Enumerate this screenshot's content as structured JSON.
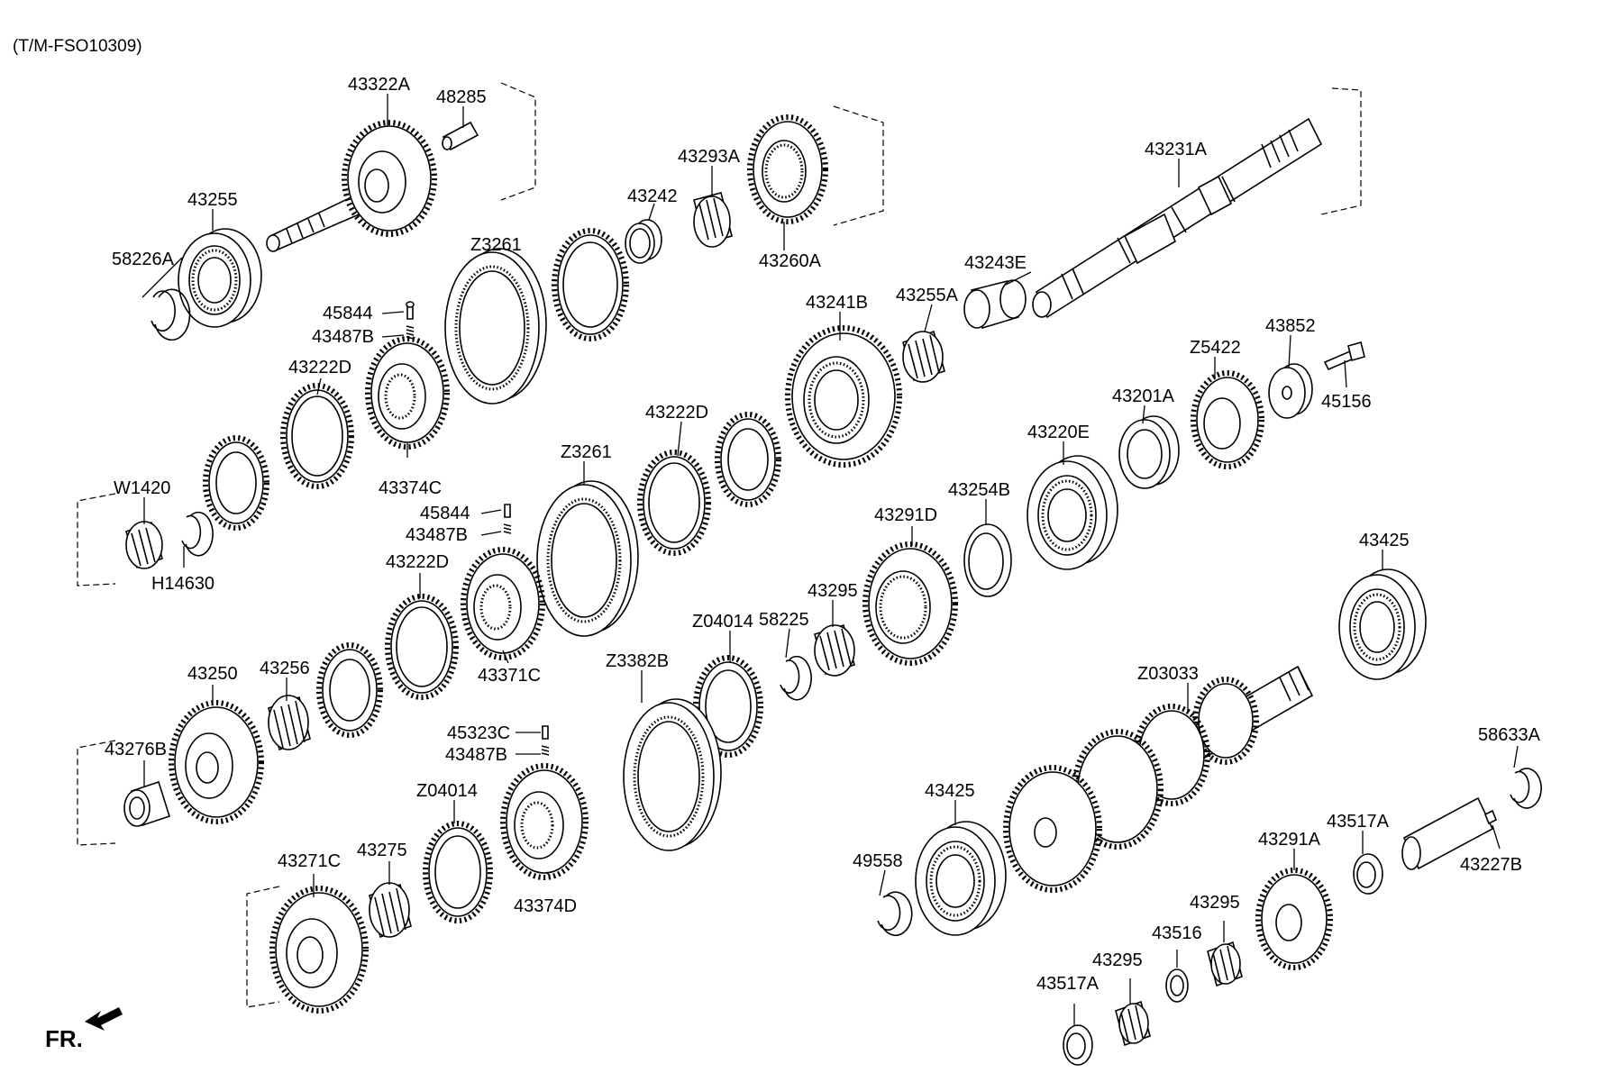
{
  "header": {
    "code": "(T/M-FSO10309)"
  },
  "direction": {
    "label": "FR."
  },
  "parts": [
    {
      "id": "p01",
      "label": "43322A"
    },
    {
      "id": "p02",
      "label": "48285"
    },
    {
      "id": "p03",
      "label": "43255"
    },
    {
      "id": "p04",
      "label": "58226A"
    },
    {
      "id": "p05",
      "label": "43293A"
    },
    {
      "id": "p06",
      "label": "43242"
    },
    {
      "id": "p07",
      "label": "43260A"
    },
    {
      "id": "p08",
      "label": "43231A"
    },
    {
      "id": "p09",
      "label": "Z3261"
    },
    {
      "id": "p10",
      "label": "43243E"
    },
    {
      "id": "p11",
      "label": "45844"
    },
    {
      "id": "p12",
      "label": "43487B"
    },
    {
      "id": "p13",
      "label": "43241B"
    },
    {
      "id": "p14",
      "label": "43255A"
    },
    {
      "id": "p15",
      "label": "43222D"
    },
    {
      "id": "p16",
      "label": "43374C"
    },
    {
      "id": "p17",
      "label": "Z5422"
    },
    {
      "id": "p18",
      "label": "43852"
    },
    {
      "id": "p19",
      "label": "45156"
    },
    {
      "id": "p20",
      "label": "43201A"
    },
    {
      "id": "p21",
      "label": "W1420"
    },
    {
      "id": "p22",
      "label": "H14630"
    },
    {
      "id": "p23",
      "label": "Z3261"
    },
    {
      "id": "p24",
      "label": "43222D"
    },
    {
      "id": "p25",
      "label": "43220E"
    },
    {
      "id": "p26",
      "label": "45844"
    },
    {
      "id": "p27",
      "label": "43487B"
    },
    {
      "id": "p28",
      "label": "43254B"
    },
    {
      "id": "p29",
      "label": "43222D"
    },
    {
      "id": "p30",
      "label": "43291D"
    },
    {
      "id": "p31",
      "label": "43425"
    },
    {
      "id": "p32",
      "label": "43295"
    },
    {
      "id": "p33",
      "label": "Z04014"
    },
    {
      "id": "p34",
      "label": "58225"
    },
    {
      "id": "p35",
      "label": "43371C"
    },
    {
      "id": "p36",
      "label": "43250"
    },
    {
      "id": "p37",
      "label": "43256"
    },
    {
      "id": "p38",
      "label": "Z3382B"
    },
    {
      "id": "p39",
      "label": "Z03033"
    },
    {
      "id": "p40",
      "label": "45323C"
    },
    {
      "id": "p41",
      "label": "43487B"
    },
    {
      "id": "p42",
      "label": "43276B"
    },
    {
      "id": "p43",
      "label": "58633A"
    },
    {
      "id": "p44",
      "label": "Z04014"
    },
    {
      "id": "p45",
      "label": "43425"
    },
    {
      "id": "p46",
      "label": "43517A"
    },
    {
      "id": "p47",
      "label": "43271C"
    },
    {
      "id": "p48",
      "label": "43275"
    },
    {
      "id": "p49",
      "label": "49558"
    },
    {
      "id": "p50",
      "label": "43291A"
    },
    {
      "id": "p51",
      "label": "43227B"
    },
    {
      "id": "p52",
      "label": "43374D"
    },
    {
      "id": "p53",
      "label": "43295"
    },
    {
      "id": "p54",
      "label": "43516"
    },
    {
      "id": "p55",
      "label": "43295"
    },
    {
      "id": "p56",
      "label": "43517A"
    }
  ]
}
